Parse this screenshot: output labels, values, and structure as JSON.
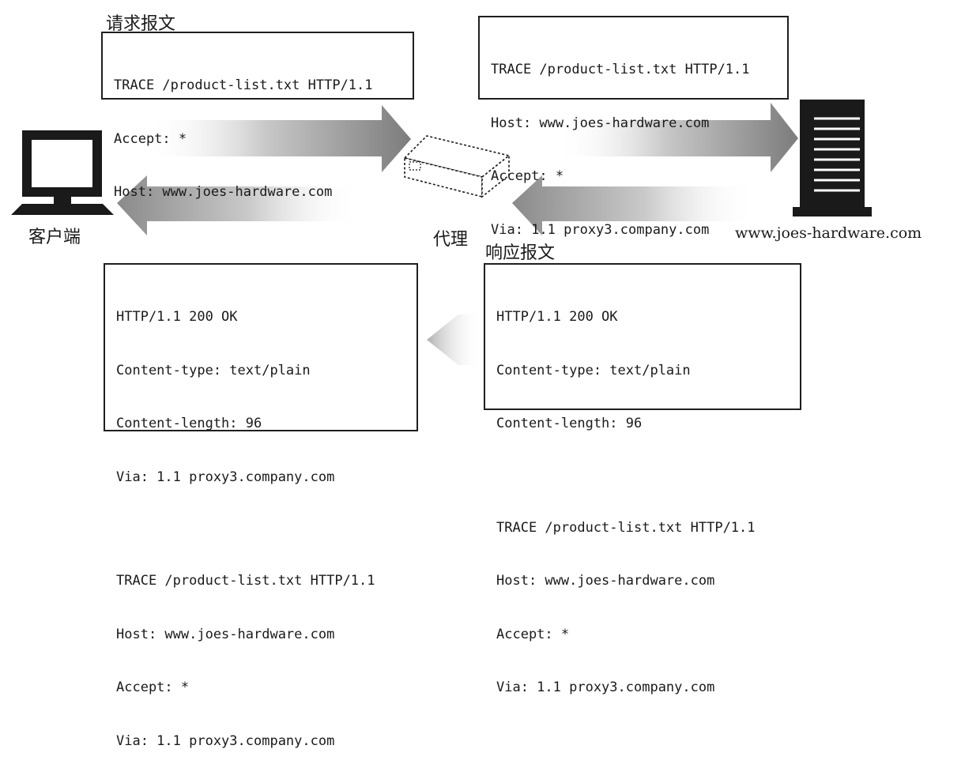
{
  "labels": {
    "request_title": "请求报文",
    "response_title": "响应报文",
    "client": "客户端",
    "proxy": "代理",
    "server": "www.joes-hardware.com"
  },
  "boxes": {
    "request_client": [
      "TRACE /product-list.txt HTTP/1.1",
      "Accept: *",
      "Host: www.joes-hardware.com"
    ],
    "request_proxy": [
      "TRACE /product-list.txt HTTP/1.1",
      "Host: www.joes-hardware.com",
      "Accept: *",
      "Via: 1.1 proxy3.company.com"
    ],
    "response_server": {
      "headers": [
        "HTTP/1.1 200 OK",
        "Content-type: text/plain",
        "Content-length: 96"
      ],
      "body": [
        "TRACE /product-list.txt HTTP/1.1",
        "Host: www.joes-hardware.com",
        "Accept: *",
        "Via: 1.1 proxy3.company.com"
      ]
    },
    "response_proxy": {
      "headers": [
        "HTTP/1.1 200 OK",
        "Content-type: text/plain",
        "Content-length: 96",
        "Via: 1.1 proxy3.company.com"
      ],
      "body": [
        "TRACE /product-list.txt HTTP/1.1",
        "Host: www.joes-hardware.com",
        "Accept: *",
        "Via: 1.1 proxy3.company.com"
      ]
    }
  },
  "icons": {
    "client": "computer-icon",
    "proxy": "proxy-box-icon",
    "server": "server-icon"
  },
  "colors": {
    "arrow": "#8a8a8a",
    "ink": "#1a1a1a"
  }
}
